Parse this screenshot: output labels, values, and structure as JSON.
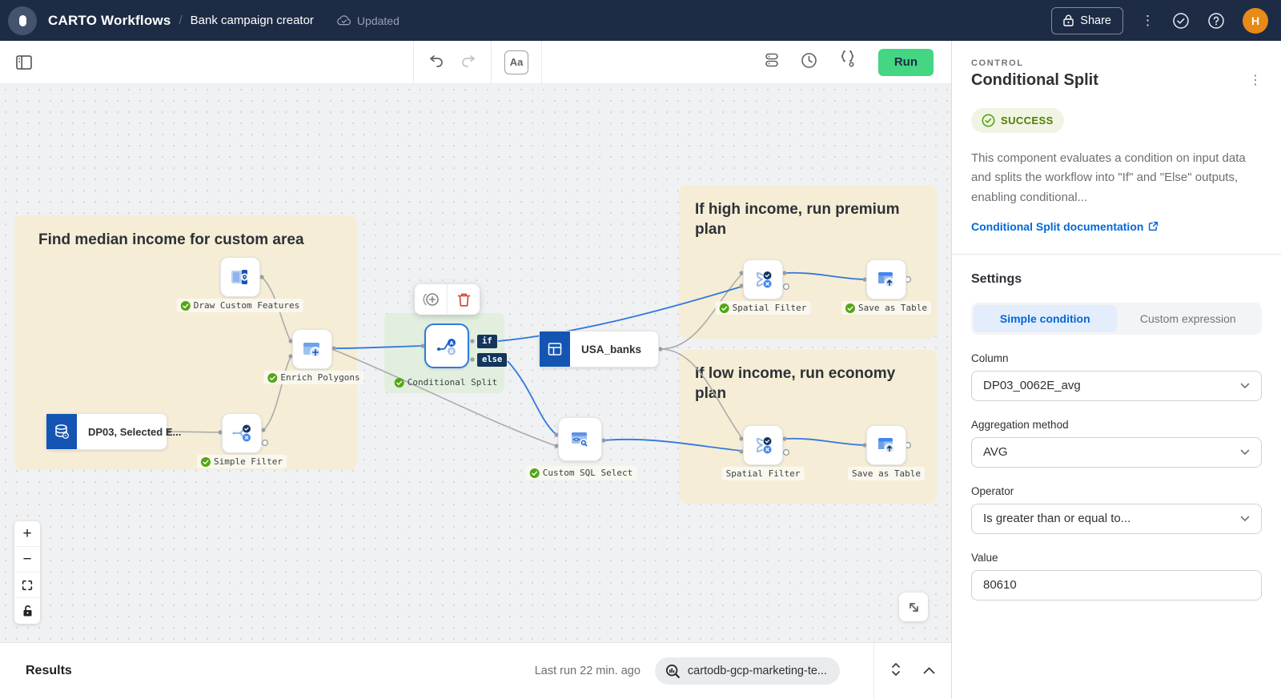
{
  "nav": {
    "app_title": "CARTO Workflows",
    "separator": "/",
    "doc_title": "Bank campaign creator",
    "sync_status": "Updated",
    "share_label": "Share",
    "avatar_initial": "H"
  },
  "toolbar": {
    "text_tool_label": "Aa",
    "run_label": "Run"
  },
  "canvas": {
    "groups": {
      "median": {
        "title": "Find median income for custom area"
      },
      "premium": {
        "title": "If high income, run premium plan"
      },
      "economy": {
        "title": "If low income, run economy plan"
      }
    },
    "nodes": {
      "draw_custom_features": {
        "label": "Draw Custom Features",
        "status": "success"
      },
      "enrich_polygons": {
        "label": "Enrich Polygons",
        "status": "success"
      },
      "dp03_source": {
        "label": "DP03, Selected E..."
      },
      "simple_filter": {
        "label": "Simple Filter",
        "status": "success"
      },
      "conditional_split": {
        "label": "Conditional Split",
        "status": "success",
        "output_if": "if",
        "output_else": "else"
      },
      "usa_banks": {
        "label": "USA_banks"
      },
      "custom_sql_select": {
        "label": "Custom SQL Select",
        "status": "success"
      },
      "spatial_filter_premium": {
        "label": "Spatial Filter",
        "status": "success"
      },
      "save_as_table_premium": {
        "label": "Save as Table",
        "status": "success"
      },
      "spatial_filter_economy": {
        "label": "Spatial Filter"
      },
      "save_as_table_economy": {
        "label": "Save as Table"
      }
    },
    "zoom_controls": {
      "zoom_in": "+",
      "zoom_out": "−"
    }
  },
  "panel": {
    "category": "CONTROL",
    "title": "Conditional Split",
    "status_badge": "SUCCESS",
    "description": "This component evaluates a condition on input data and splits the workflow into \"If\" and \"Else\" outputs, enabling conditional...",
    "doc_link": "Conditional Split documentation",
    "settings_title": "Settings",
    "tabs": [
      {
        "label": "Simple condition",
        "active": true
      },
      {
        "label": "Custom expression",
        "active": false
      }
    ],
    "fields": {
      "column": {
        "label": "Column",
        "value": "DP03_0062E_avg"
      },
      "aggregation": {
        "label": "Aggregation method",
        "value": "AVG"
      },
      "operator": {
        "label": "Operator",
        "value": "Is greater than or equal to..."
      },
      "value": {
        "label": "Value",
        "value": "80610"
      }
    }
  },
  "results_bar": {
    "title": "Results",
    "last_run": "Last run 22 min. ago",
    "connection": "cartodb-gcp-marketing-te..."
  }
}
